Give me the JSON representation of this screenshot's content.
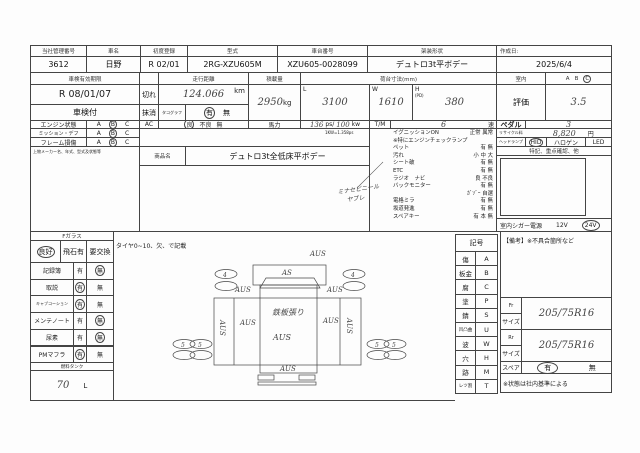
{
  "header": {
    "labels": [
      "当社管理番号",
      "車名",
      "初度登録",
      "型式",
      "車台番号",
      "架装形状",
      "作成日:"
    ],
    "values": [
      "3612",
      "日野",
      "R 02/01",
      "2RG-XZU605M",
      "XZU605-0028099",
      "デュトロ3t平ボデー",
      "2025/6/4"
    ]
  },
  "inspection": {
    "label": "車検有効期限",
    "date": "R 08/01/07",
    "status": "車検付"
  },
  "mileage": {
    "label": "走行距離",
    "expired_label": "切れ",
    "value": "124.066",
    "unit": "km",
    "deregistered_label": "抹消",
    "tacho_label": "タコグラフ",
    "tacho_yes": "有",
    "tacho_no": "無"
  },
  "load": {
    "label": "積載量",
    "value": "2950",
    "unit": "kg"
  },
  "bed": {
    "label": "荷台寸法(mm)",
    "L_label": "L",
    "L": "3100",
    "W_label": "W",
    "W": "1610",
    "H_label": "H",
    "H_sub": "(PD)",
    "H": "380"
  },
  "interior": {
    "label": "室内",
    "options": [
      "A",
      "B",
      "C"
    ],
    "selected": "C"
  },
  "rating": {
    "label": "評価",
    "value": "3.5"
  },
  "conditions": [
    {
      "label": "エンジン状態",
      "options": [
        "A",
        "B",
        "C"
      ],
      "selected": "B"
    },
    {
      "label": "ミッション・デフ",
      "options": [
        "A",
        "B",
        "C"
      ],
      "selected": "B"
    },
    {
      "label": "フレーム損傷",
      "options": [
        "A",
        "B",
        "C"
      ],
      "selected": "B"
    }
  ],
  "ac": {
    "label": "AC",
    "options": [
      "良",
      "不良",
      "無"
    ],
    "selected": "良"
  },
  "power": {
    "label": "馬力",
    "ps": "136",
    "ps_unit": "ps/",
    "kw": "100",
    "kw_unit": "kw",
    "note": "1KW=1.358ps"
  },
  "tm": {
    "label": "T/M",
    "value": "6",
    "unit": "速"
  },
  "pedal": {
    "label": "ペダル",
    "value": "3"
  },
  "recycle": {
    "label": "リサイクル料",
    "value": "8,820",
    "unit": "円"
  },
  "headlamp": {
    "label": "ヘッドランプ",
    "options": [
      "HID",
      "ハロゲン",
      "LED"
    ],
    "selected": "HID"
  },
  "body_maker_label": "上物メーカー名、年式、型式及状態等",
  "product": {
    "label": "商品名",
    "value": "デュトロ3t全低床平ボデー"
  },
  "handwritten_note": [
    "ミナセビニール",
    "ヤブレ"
  ],
  "checklist": [
    {
      "label": "イグニッションON",
      "opts": "正常 異常"
    },
    {
      "label": "※特にエンジンチェックランプ",
      "opts": ""
    },
    {
      "label": "ペット",
      "opts": "有 無"
    },
    {
      "label": "汚れ",
      "opts": "小 中 大"
    },
    {
      "label": "シート破",
      "opts": "有 無"
    },
    {
      "label": "ETC",
      "opts": "有 無"
    },
    {
      "label": "ラジオ　ナビ",
      "opts": "良 不良"
    },
    {
      "label": "バックモニター",
      "opts": "有 無"
    },
    {
      "label": "",
      "opts": "ｶﾞｿﾞｰ 自選"
    },
    {
      "label": "電格ミラ",
      "opts": "有 無"
    },
    {
      "label": "坂道発進",
      "opts": "有 無"
    },
    {
      "label": "スペアキー",
      "opts": "有 本 無"
    }
  ],
  "special": {
    "label": "特記、重点確認、他",
    "cigar_label": "室内シガー電源",
    "v12": "12V",
    "v24": "24V"
  },
  "fglass": {
    "label": "Fガラス",
    "options": [
      "良好",
      "飛石有",
      "要交換"
    ],
    "selected": "良好"
  },
  "items": [
    {
      "label": "記録簿",
      "yes": "有",
      "no": "無",
      "selected": "無"
    },
    {
      "label": "取説",
      "yes": "有",
      "no": "無",
      "selected": "有"
    },
    {
      "label": "キャブコーション",
      "yes": "有",
      "no": "無",
      "selected": "有"
    },
    {
      "label": "メンテノート",
      "yes": "有",
      "no": "無",
      "selected": "無"
    },
    {
      "label": "尿素",
      "yes": "有",
      "no": "無",
      "selected": "無"
    },
    {
      "label": "PMマフラ",
      "yes": "有",
      "no": "無",
      "selected": "有"
    }
  ],
  "fuel": {
    "label": "燃料タンク",
    "value": "70",
    "unit": "L"
  },
  "tire_note": "タイヤ0~10、欠、で記載",
  "diagram": {
    "marks": [
      "AUS",
      "AS",
      "AUS",
      "AUS",
      "AUS",
      "AUS",
      "鉄板張り",
      "AUS",
      "AUS",
      "AUS",
      "AUS"
    ],
    "tires": [
      "4",
      "4",
      "5",
      "5",
      "5",
      "5"
    ]
  },
  "symbols": {
    "label": "記号",
    "rows": [
      [
        "傷",
        "A"
      ],
      [
        "板金",
        "B"
      ],
      [
        "腐",
        "C"
      ],
      [
        "塗",
        "P"
      ],
      [
        "錆",
        "S"
      ],
      [
        "凹凸曲",
        "U"
      ],
      [
        "波",
        "W"
      ],
      [
        "穴",
        "H"
      ],
      [
        "跡",
        "M"
      ],
      [
        "レツ割",
        "T"
      ]
    ]
  },
  "notes": {
    "label": "【備考】※不具合箇所など",
    "fr_label": "Fr",
    "size_label": "サイズ",
    "fr_size": "205/75R16",
    "rr_label": "Rr",
    "rr_size": "205/75R16",
    "spare_label": "スペア",
    "spare_yes": "有",
    "spare_no": "無",
    "footer": "※状態は社内基準による"
  }
}
